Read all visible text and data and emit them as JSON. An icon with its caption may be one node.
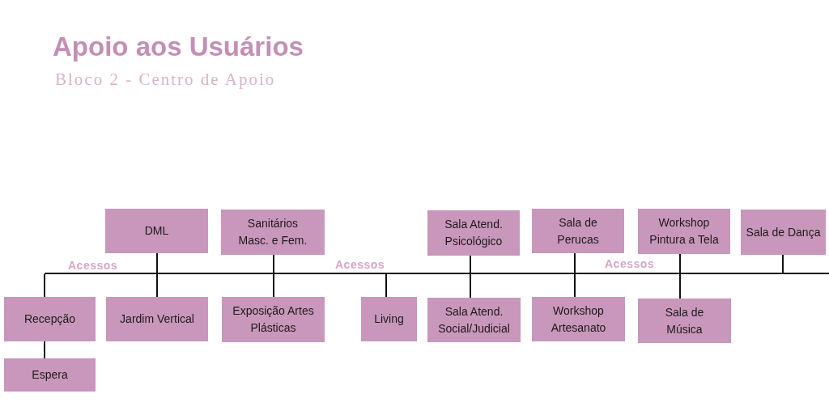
{
  "diagram": {
    "title": "Apoio aos Usuários",
    "nodes": [
      {
        "text": [
          "DML"
        ]
      },
      {
        "text": [
          "Sanitários Masc. e Fem."
        ]
      },
      {
        "text": [
          "Sala Atend. Psicológico"
        ]
      },
      {
        "text": [
          "Sala de Perucas"
        ]
      },
      {
        "text": [
          "Workshop Pintura a Tela"
        ]
      },
      {
        "text": [
          "Sala de Dança"
        ]
      },
      {
        "text": [],
        "shape": "bar"
      },
      {
        "text": [
          "Recepção"
        ]
      },
      {
        "text": [
          "Jardim Vertical"
        ]
      },
      {
        "text": [
          "Exposição Artes Plásticas"
        ]
      },
      {
        "text": [
          "Living"
        ]
      },
      {
        "text": [
          "Sala Atend. Social/Judicial"
        ]
      },
      {
        "text": [
          "Workshop Artesanato"
        ]
      },
      {
        "text": [
          "Sala de Música"
        ]
      },
      {
        "text": [
          "Espera"
        ]
      }
    ],
    "edges": [
      {
        "from": 0,
        "to": 6,
        "arrow": "none"
      },
      {
        "from": 1,
        "to": 6,
        "arrow": "none"
      },
      {
        "from": 2,
        "to": 6,
        "arrow": "none"
      },
      {
        "from": 3,
        "to": 6,
        "arrow": "none"
      },
      {
        "from": 4,
        "to": 6,
        "arrow": "none"
      },
      {
        "from": 5,
        "to": 6,
        "arrow": "none"
      },
      {
        "from": 6,
        "to": 7,
        "arrow": "none"
      },
      {
        "from": 6,
        "to": 8,
        "arrow": "none"
      },
      {
        "from": 6,
        "to": 9,
        "arrow": "none"
      },
      {
        "from": 6,
        "to": 10,
        "arrow": "none"
      },
      {
        "from": 6,
        "to": 11,
        "arrow": "none"
      },
      {
        "from": 6,
        "to": 12,
        "arrow": "none"
      },
      {
        "from": 6,
        "to": 13,
        "arrow": "none"
      },
      {
        "from": 7,
        "to": 14,
        "arrow": "none"
      }
    ],
    "labels": [
      "Bloco 2 - Centro de Apoio",
      "Acessos",
      "Acessos",
      "Acessos"
    ]
  }
}
